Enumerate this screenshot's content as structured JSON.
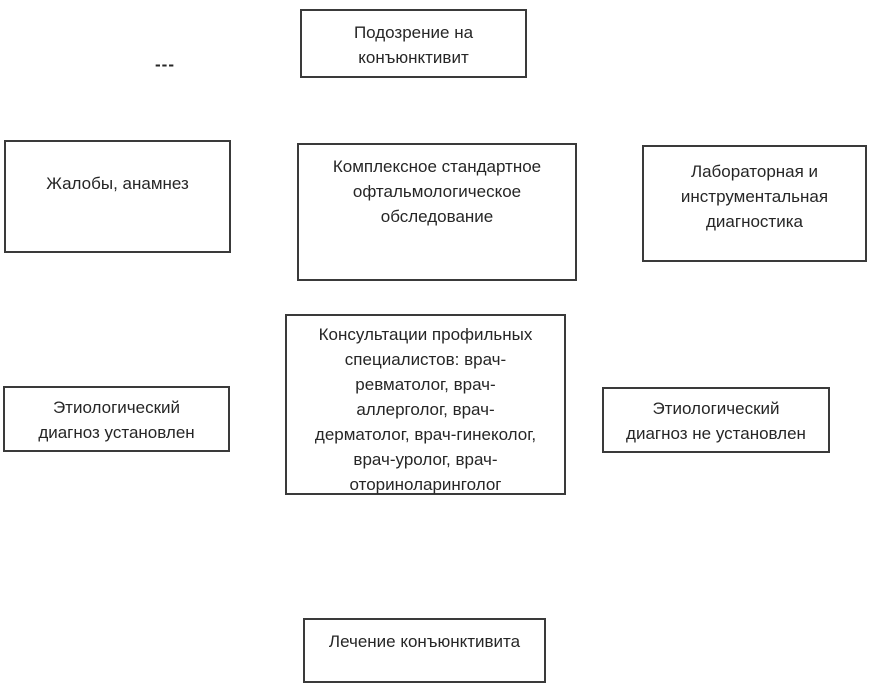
{
  "diagram": {
    "type": "flowchart",
    "colors": {
      "background": "#ffffff",
      "box_border": "#3a3a3a",
      "text": "#262626"
    },
    "dash_marks": "---",
    "boxes": {
      "suspicion": {
        "text": "Подозрение на\nконъюнктивит"
      },
      "complaints": {
        "text": "Жалобы, анамнез"
      },
      "exam": {
        "text": "Комплексное стандартное\nофтальмологическое\nобследование"
      },
      "lab": {
        "text": "Лабораторная и\nинструментальная\nдиагностика"
      },
      "consult": {
        "text": "Консультации профильных\nспециалистов: врач-\nревматолог, врач-\nаллерголог, врач-\nдерматолог, врач-гинеколог,\nврач-уролог, врач-\nоториноларинголог"
      },
      "diagnosis_established": {
        "text": "Этиологический\nдиагноз установлен"
      },
      "diagnosis_not_established": {
        "text": "Этиологический\nдиагноз не установлен"
      },
      "treatment": {
        "text": "Лечение конъюнктивита"
      }
    }
  }
}
